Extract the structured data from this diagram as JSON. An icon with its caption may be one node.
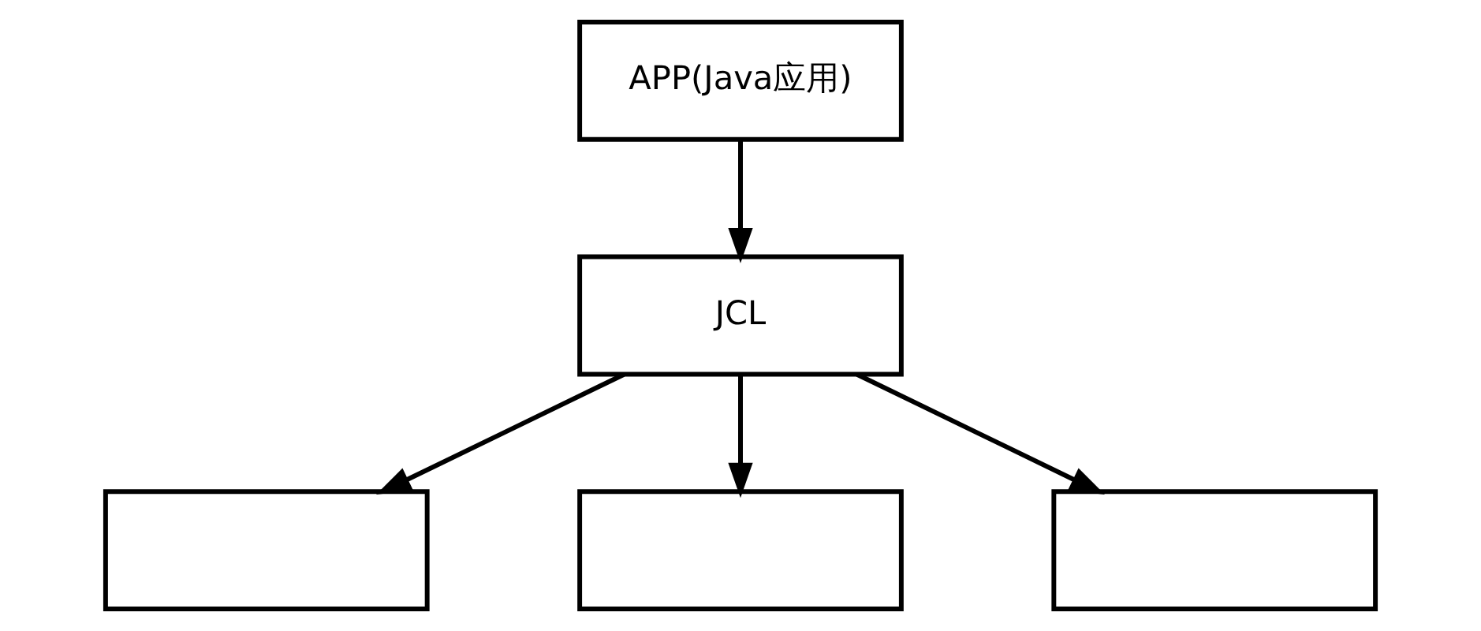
{
  "diagram": {
    "nodes": [
      {
        "text": [
          "APP(Java应用)"
        ]
      },
      {
        "text": [
          "JCL"
        ]
      },
      {
        "text": [],
        "shape": "box"
      },
      {
        "text": [],
        "shape": "box"
      },
      {
        "text": [],
        "shape": "box"
      }
    ],
    "edges": [
      {
        "from": 0,
        "to": 1,
        "arrow": "to"
      },
      {
        "from": 1,
        "to": 2,
        "arrow": "to"
      },
      {
        "from": 1,
        "to": 3,
        "arrow": "to"
      },
      {
        "from": 1,
        "to": 4,
        "arrow": "to"
      }
    ]
  }
}
